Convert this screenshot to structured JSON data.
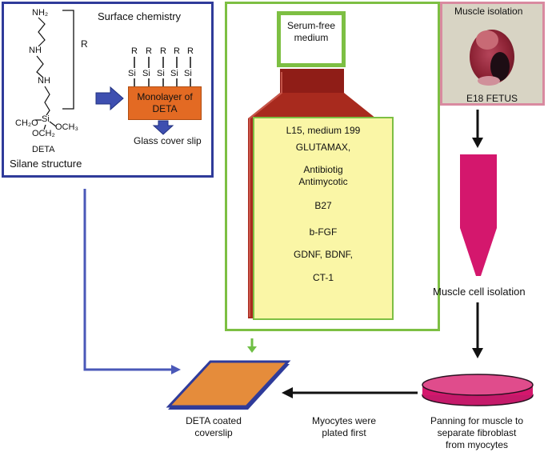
{
  "surface": {
    "title": "Surface chemistry",
    "r_label": "R",
    "nh2": "NH₂",
    "nh_a": "NH",
    "nh_b": "NH",
    "si": "Si",
    "och3": "OCH₃",
    "och2": "OCH₂",
    "ch2o": "CH₂O",
    "deta": "DETA",
    "silane": "Silane structure",
    "chain_r": [
      "R",
      "R",
      "R",
      "R",
      "R"
    ],
    "chain_si": [
      "Si",
      "Si",
      "Si",
      "Si",
      "Si"
    ],
    "monolayer": "Monolayer of DETA",
    "glass": "Glass cover slip"
  },
  "medium": {
    "label": "Serum-free medium",
    "items": [
      "L15, medium 199",
      "GLUTAMAX,",
      "Antibiotig Antimycotic",
      "B27",
      "b-FGF",
      "GDNF, BDNF,",
      "CT-1"
    ]
  },
  "muscle": {
    "title": "Muscle isolation",
    "subtitle": "E18 FETUS",
    "isolation": "Muscle cell isolation",
    "panning": "Panning for muscle to separate fibroblast from myocytes"
  },
  "coverslip": {
    "label": "DETA coated coverslip",
    "myocytes": "Myocytes were plated first"
  },
  "colors": {
    "blue_frame": "#2f3b9a",
    "green_frame": "#7dbf43",
    "orange": "#e36a23",
    "magenta": "#d4176d",
    "pink_frame": "#d98aa0"
  }
}
